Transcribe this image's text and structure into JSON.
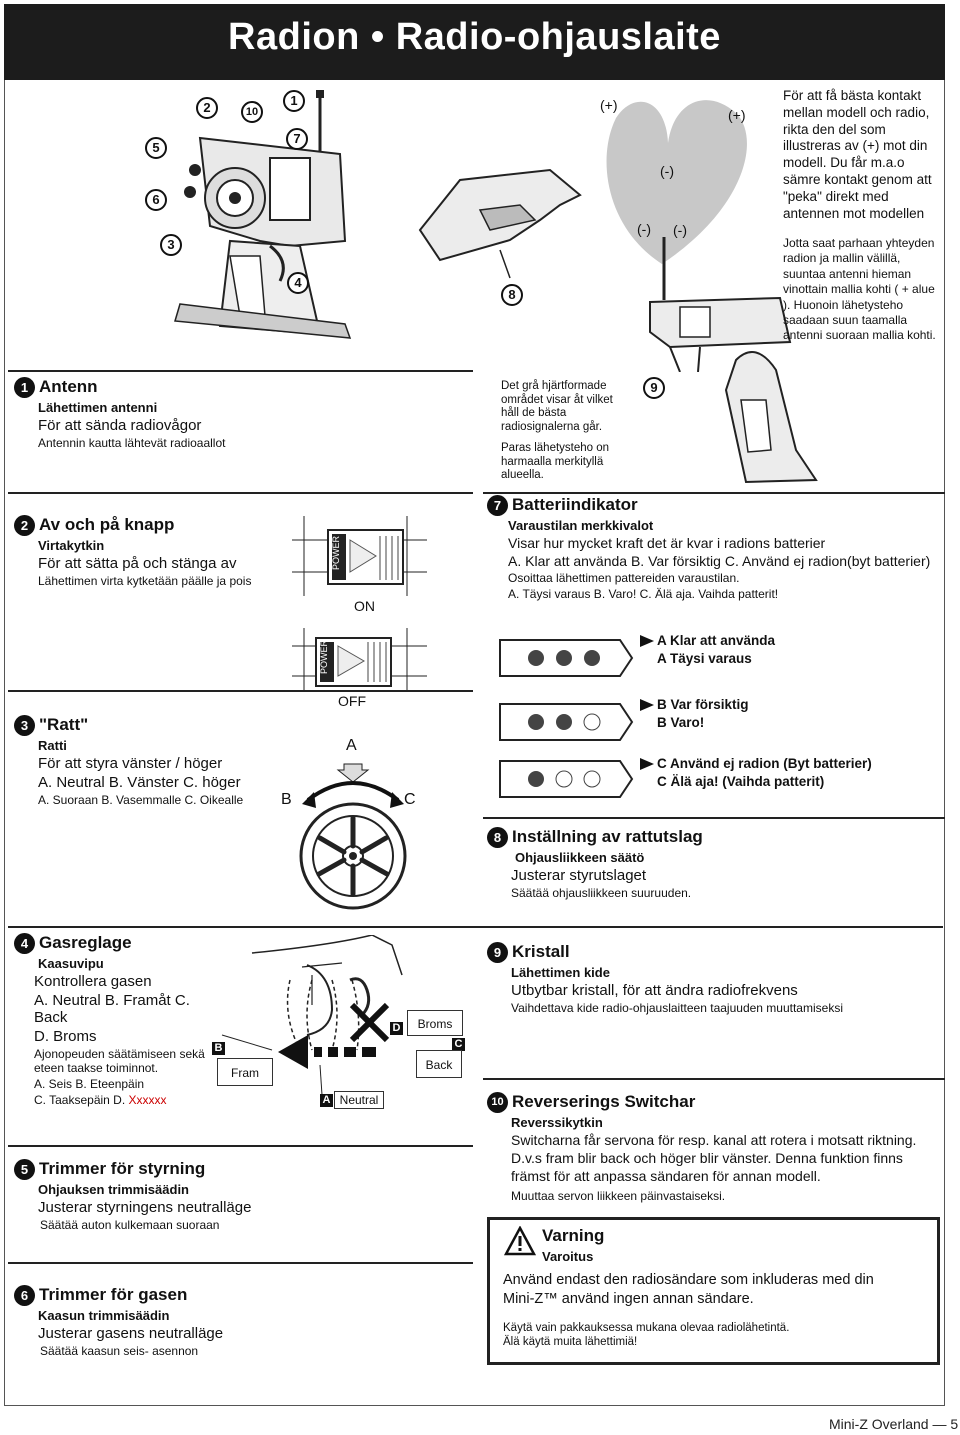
{
  "header": {
    "title": "Radion • Radio-ohjauslaite"
  },
  "callouts": {
    "n1": "1",
    "n2": "2",
    "n3": "3",
    "n4": "4",
    "n5": "5",
    "n6": "6",
    "n7": "7",
    "n8": "8",
    "n9": "9",
    "n10": "10"
  },
  "heart": {
    "plus_left": "(+)",
    "plus_right": "(+)",
    "minus_top": "(-)",
    "minus_left": "(-)",
    "minus_right": "(-)"
  },
  "top_right": {
    "sv": "För att få bästa kontakt mellan modell och radio, rikta den del som illustreras av (+) mot din modell. Du får m.a.o sämre kontakt genom att \"peka\" direkt med antennen mot modellen",
    "fi": "Jotta saat parhaan yhteyden radion ja mallin välillä, suuntaa antenni hieman vinottain mallia kohti ( + alue ). Huonoin lähetysteho saadaan suun taamalla antenni suoraan mallia kohti."
  },
  "heart_note": {
    "sv": "Det grå hjärtformade området visar åt vilket håll de bästa radiosignalerna går.",
    "fi": "Paras lähetysteho on harmaalla merkityllä alueella."
  },
  "antenna": {
    "title": "Antenn",
    "fi_title": "Lähettimen antenni",
    "sv": "För att sända radiovågor",
    "fi": "Antennin kautta lähtevät radioaallot"
  },
  "power": {
    "title": "Av och på knapp",
    "fi_title": "Virtakytkin",
    "sv": "För att sätta på och stänga av",
    "fi": "Lähettimen virta kytketään päälle ja pois",
    "switch_label": "POWER",
    "on": "ON",
    "off": "OFF"
  },
  "battery": {
    "title": "Batteriindikator",
    "fi_title": "Varaustilan merkkivalot",
    "sv1": "Visar hur mycket kraft det är kvar i radions batterier",
    "sv2": "A. Klar att använda B. Var försiktig C. Använd ej radion(byt batterier)",
    "fi1": "Osoittaa lähettimen pattereiden varaustilan.",
    "fi2": "A. Täysi varaus   B. Varo!   C. Älä aja. Vaihda patterit!",
    "a_sv": "A  Klar att använda",
    "a_fi": "A  Täysi varaus",
    "b_sv": "B  Var försiktig",
    "b_fi": "B  Varo!",
    "c_sv": "C  Använd ej radion (Byt batterier)",
    "c_fi": "C  Älä aja! (Vaihda patterit)"
  },
  "wheel": {
    "title": "\"Ratt\"",
    "fi_title": "Ratti",
    "sv1": "För att styra vänster / höger",
    "sv2": "A. Neutral B. Vänster C. höger",
    "fi": "A. Suoraan   B. Vasemmalle   C. Oikealle",
    "label_a": "A",
    "label_b": "B",
    "label_c": "C"
  },
  "steering_rate": {
    "title": "Inställning av rattutslag",
    "fi_title": "Ohjausliikkeen säätö",
    "sv": "Justerar styrutslaget",
    "fi": "Säätää ohjausliikkeen suuruuden."
  },
  "throttle": {
    "title": "Gasreglage",
    "fi_title": "Kaasuvipu",
    "sv1": "Kontrollera gasen",
    "sv2": "A. Neutral B. Framåt C. Back",
    "sv3": "D. Broms",
    "fi1": "Ajonopeuden säätämiseen sekä eteen taakse toiminnot.",
    "fi2": "A. Seis   B. Eteenpäin",
    "fi3a": "C. Taaksepäin D. ",
    "fi3b": "Xxxxxx",
    "tag_a": "A",
    "tag_b": "B",
    "tag_c": "C",
    "tag_d": "D",
    "neutral": "Neutral",
    "fram": "Fram",
    "broms": "Broms",
    "back": "Back"
  },
  "crystal": {
    "title": "Kristall",
    "fi_title": "Lähettimen kide",
    "sv": "Utbytbar kristall, för att ändra radiofrekvens",
    "fi": "Vaihdettava kide radio-ohjauslaitteen taajuuden muuttamiseksi"
  },
  "reversing": {
    "title": "Reverserings Switchar",
    "fi_title": "Reverssikytkin",
    "sv1": "Switcharna får servona för resp. kanal att rotera i motsatt riktning.",
    "sv2": "D.v.s fram blir back och höger blir vänster. Denna funktion finns",
    "sv3": "främst för att anpassa sändaren för annan modell.",
    "fi": "Muuttaa servon liikkeen päinvastaiseksi."
  },
  "steer_trim": {
    "title": "Trimmer för styrning",
    "fi_title": "Ohjauksen trimmisäädin",
    "sv": "Justerar styrningens neutralläge",
    "fi": "Säätää auton kulkemaan suoraan"
  },
  "throttle_trim": {
    "title": "Trimmer för gasen",
    "fi_title": "Kaasun trimmisäädin",
    "sv": "Justerar gasens neutralläge",
    "fi": "Säätää kaasun seis- asennon"
  },
  "warning": {
    "title": "Varning",
    "fi_title": "Varoitus",
    "sv1": "Använd endast den radiosändare som inkluderas med din",
    "sv2": "Mini-Z™ använd ingen annan sändare.",
    "fi1": "Käytä vain pakkauksessa mukana olevaa radiolähetintä.",
    "fi2": "Älä käytä muita lähettimiä!"
  },
  "footer": {
    "text": "Mini-Z Overland — 5"
  }
}
